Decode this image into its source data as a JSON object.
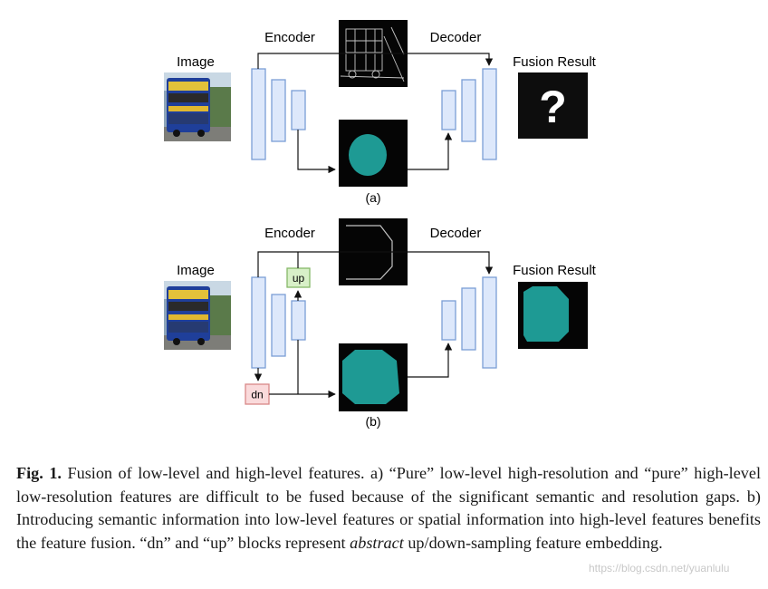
{
  "panel_a": {
    "encoder_label": "Encoder",
    "decoder_label": "Decoder",
    "image_label": "Image",
    "fusion_label": "Fusion Result",
    "result_symbol": "?",
    "panel_label": "(a)"
  },
  "panel_b": {
    "encoder_label": "Encoder",
    "decoder_label": "Decoder",
    "image_label": "Image",
    "fusion_label": "Fusion Result",
    "up_label": "up",
    "dn_label": "dn",
    "panel_label": "(b)"
  },
  "caption": {
    "fig_label": "Fig. 1.",
    "text_1": " Fusion of low-level and high-level features. a) “Pure” low-level high-resolution and “pure” high-level low-resolution features are difficult to be fused because of the significant semantic and resolution gaps. b) Introducing semantic information into low-level features or spatial information into high-level features benefits the feature fusion. “dn” and “up” blocks represent ",
    "emphasis": "abstract",
    "text_2": " up/down-sampling feature embedding."
  },
  "watermark": "https://blog.csdn.net/yuanlulu",
  "colors": {
    "block_fill": "#dde8fb",
    "block_stroke": "#7b9fd6",
    "up_fill": "#d8f0c8",
    "up_stroke": "#86b868",
    "dn_fill": "#fadadb",
    "dn_stroke": "#d88888",
    "teal": "#1e9a94",
    "dark": "#111111"
  }
}
